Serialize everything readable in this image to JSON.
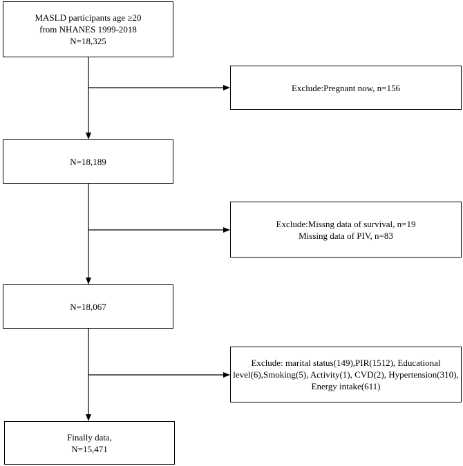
{
  "flowchart": {
    "main_boxes": [
      {
        "lines": [
          "MASLD participants age ≥20",
          "from NHANES 1999-2018",
          "N=18,325"
        ]
      },
      {
        "lines": [
          "N=18,189"
        ]
      },
      {
        "lines": [
          "N=18,067"
        ]
      },
      {
        "lines": [
          "Finally data,",
          "N=15,471"
        ]
      }
    ],
    "exclusion_boxes": [
      {
        "lines": [
          "Exclude:Pregnant now, n=156"
        ]
      },
      {
        "lines": [
          "Exclude:Missng data of survival, n=19",
          "Missing data of PIV, n=83"
        ]
      },
      {
        "lines": [
          "Exclude: marital status(149),PIR(1512), Educational",
          "level(6),Smoking(5), Activity(1), CVD(2), Hypertension(310),",
          "Energy intake(611)"
        ]
      }
    ]
  }
}
